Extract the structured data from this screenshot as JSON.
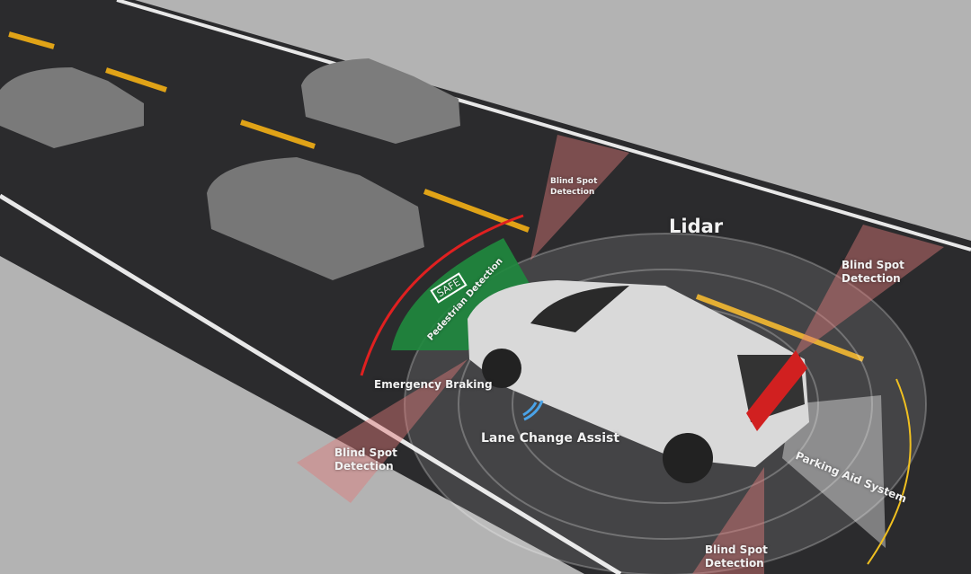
{
  "title": "Lidar",
  "labels": {
    "blind_spot_top": [
      "Blind Spot",
      "Detection"
    ],
    "blind_spot_right": [
      "Blind Spot",
      "Detection"
    ],
    "blind_spot_left": [
      "Blind Spot",
      "Detection"
    ],
    "blind_spot_bottom": [
      "Blind Spot",
      "Detection"
    ],
    "pedestrian_detection": "Pedestrian Detection",
    "safe_badge": "SAFE",
    "emergency_braking": "Emergency Braking",
    "lane_change_assist": "Lane Change Assist",
    "parking_aid": "Parking Aid System"
  },
  "colors": {
    "road": "#2b2b2d",
    "ground": "#b3b3b3",
    "lane_marking": "#e0a317",
    "pedestrian_zone": "#1f8a3e",
    "blind_spot": "#e07a7a",
    "braking_arc": "#e02020",
    "parking_arc": "#f0c020",
    "wifi": "#4aa3e8"
  }
}
